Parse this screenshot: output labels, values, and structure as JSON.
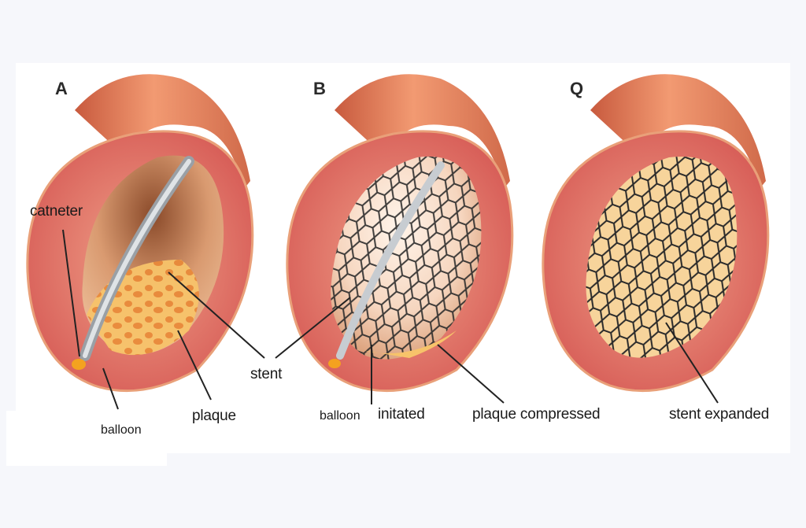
{
  "panels": [
    {
      "letter": "A"
    },
    {
      "letter": "B"
    },
    {
      "letter": "Q"
    }
  ],
  "labels": {
    "catheter": "catneter",
    "stent": "stent",
    "plaque": "plaque",
    "balloon_a": "balloon",
    "balloon_b": "balloon",
    "initated": "initated",
    "plaque_compressed": "plaque compressed",
    "stent_expanded": "stent expanded"
  },
  "colors": {
    "artery_outer": "#e98a67",
    "artery_wall": "#d9585a",
    "plaque": "#f5b547",
    "stent": "#2b2b2b",
    "background": "#f6f7fb"
  }
}
